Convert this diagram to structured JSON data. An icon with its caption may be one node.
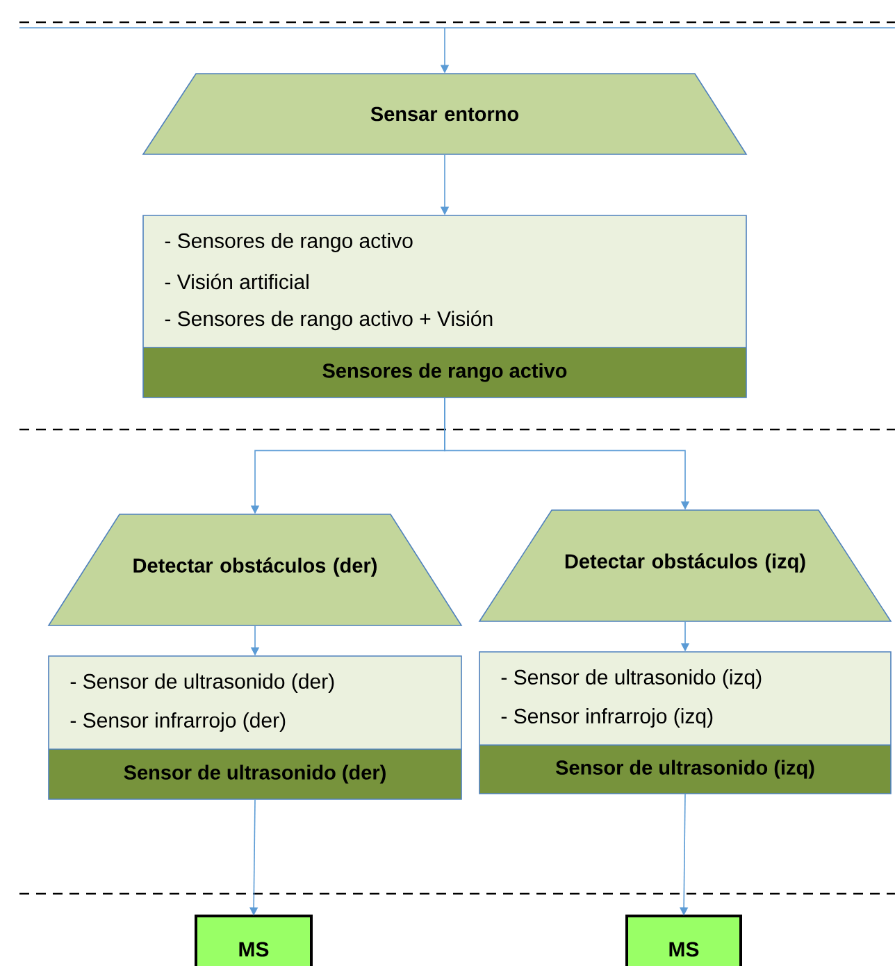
{
  "diagram": {
    "nodes": [
      {
        "text": [
          "Sensar entorno"
        ]
      },
      {
        "text": [
          "- Sensores de rango activo",
          "- Visión artificial",
          "- Sensores de rango activo + Visión",
          "Sensores de rango activo"
        ]
      },
      {
        "text": [
          "Detectar obstáculos (der)"
        ]
      },
      {
        "text": [
          "Detectar obstáculos (izq)"
        ]
      },
      {
        "text": [
          "- Sensor de ultrasonido (der)",
          "- Sensor infrarrojo (der)",
          "Sensor de ultrasonido (der)"
        ]
      },
      {
        "text": [
          "- Sensor de ultrasonido (izq)",
          "- Sensor infrarrojo (izq)",
          "Sensor de ultrasonido (izq)"
        ]
      },
      {
        "text": [
          "MS"
        ]
      },
      {
        "text": [
          "MS"
        ]
      }
    ],
    "edges": [
      {
        "from": null,
        "to": 0,
        "arrow": "to"
      },
      {
        "from": 0,
        "to": 1,
        "arrow": "to"
      },
      {
        "from": 1,
        "to": 2,
        "arrow": "to"
      },
      {
        "from": 1,
        "to": 3,
        "arrow": "to"
      },
      {
        "from": 2,
        "to": 4,
        "arrow": "to"
      },
      {
        "from": 3,
        "to": 5,
        "arrow": "to"
      },
      {
        "from": 4,
        "to": 6,
        "arrow": "to"
      },
      {
        "from": 5,
        "to": 7,
        "arrow": "to"
      }
    ]
  }
}
